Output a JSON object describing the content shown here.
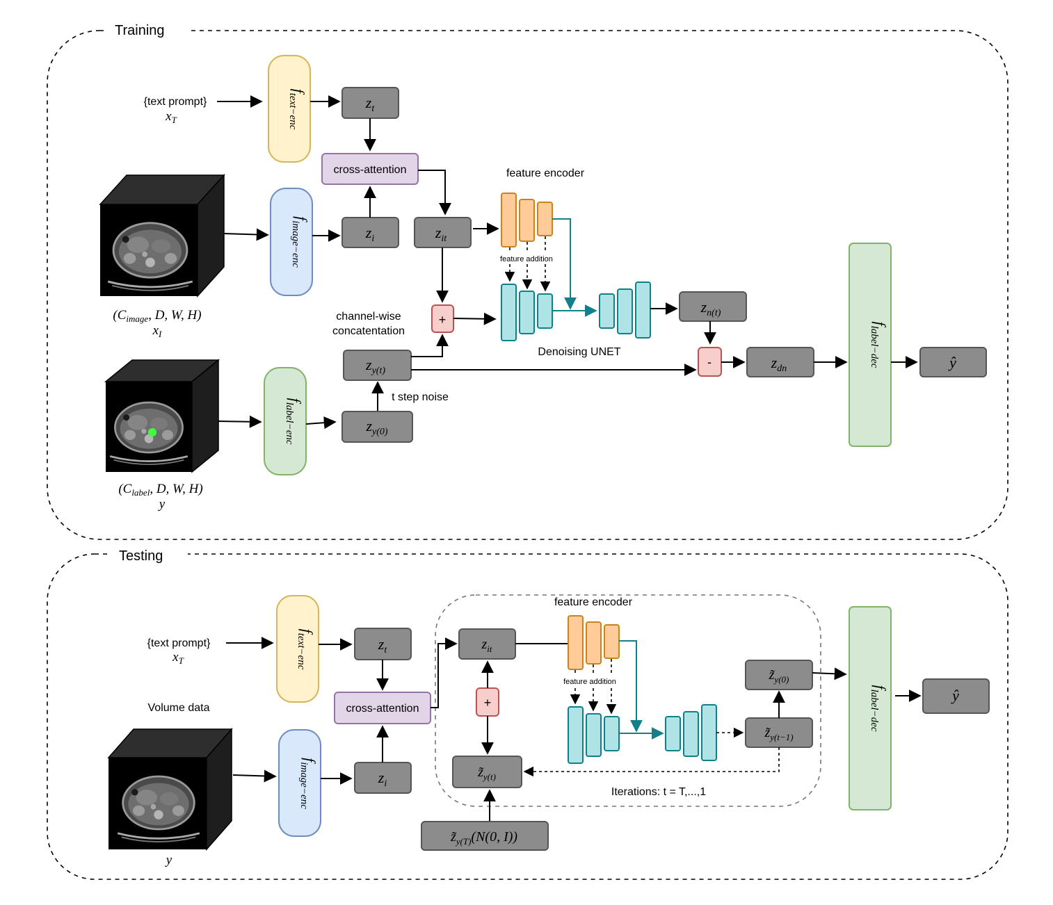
{
  "training": {
    "title": "Training",
    "text_prompt": "{text prompt}",
    "x_T": "xT",
    "f_text_enc": "f text−enc",
    "f_image_enc": "f image−enc",
    "f_label_enc": "f label−enc",
    "f_label_dec": "f label−dec",
    "z_t": "zt",
    "z_i": "zi",
    "z_it": "zit",
    "z_y_t": "zy(t)",
    "z_y_0": "zy(0)",
    "z_n_t": "zn(t)",
    "z_dn": "zdn",
    "y_hat": "ŷ",
    "cross_attention": "cross-attention",
    "feature_encoder": "feature encoder",
    "feature_addition": "feature addition",
    "denoising_unet": "Denoising UNET",
    "channel_wise_1": "channel-wise",
    "channel_wise_2": "concatentation",
    "t_step_noise": "t step noise",
    "plus": "+",
    "minus": "-",
    "image_shape": "(Cimage, D, W, H)",
    "image_var": "xI",
    "label_shape": "(Clabel, D, W, H)",
    "label_var": "y"
  },
  "testing": {
    "title": "Testing",
    "text_prompt": "{text prompt}",
    "x_T": "xT",
    "volume_data": "Volume data",
    "f_text_enc": "f text−enc",
    "f_image_enc": "f image−enc",
    "f_label_dec": "f label−dec",
    "z_t": "zt",
    "z_i": "zi",
    "z_it": "zit",
    "cross_attention": "cross-attention",
    "feature_encoder": "feature encoder",
    "feature_addition": "feature addition",
    "plus": "+",
    "tz_y_t": "z̃y(t)",
    "tz_y_T": "z̃y(T)(N(0, I))",
    "tz_y_0": "z̃y(0)",
    "tz_y_t1": "z̃y(t−1)",
    "iterations": "Iterations: t = T,...,1",
    "y_hat": "ŷ",
    "image_var": "y"
  },
  "colors": {
    "gray_box": "#8c8c8c",
    "text_encoder": "#fff2cc",
    "image_encoder": "#dae8fc",
    "label_module": "#d5e8d4",
    "cross_attention": "#e1d5e7",
    "operator": "#f8cecc",
    "feature_encoder_bars": "#ffcc99",
    "unet_bars": "#b0e3e6",
    "teal_arrow": "#12808a"
  },
  "icons": [
    "ct-volume-cube",
    "ct-label-volume-cube"
  ]
}
